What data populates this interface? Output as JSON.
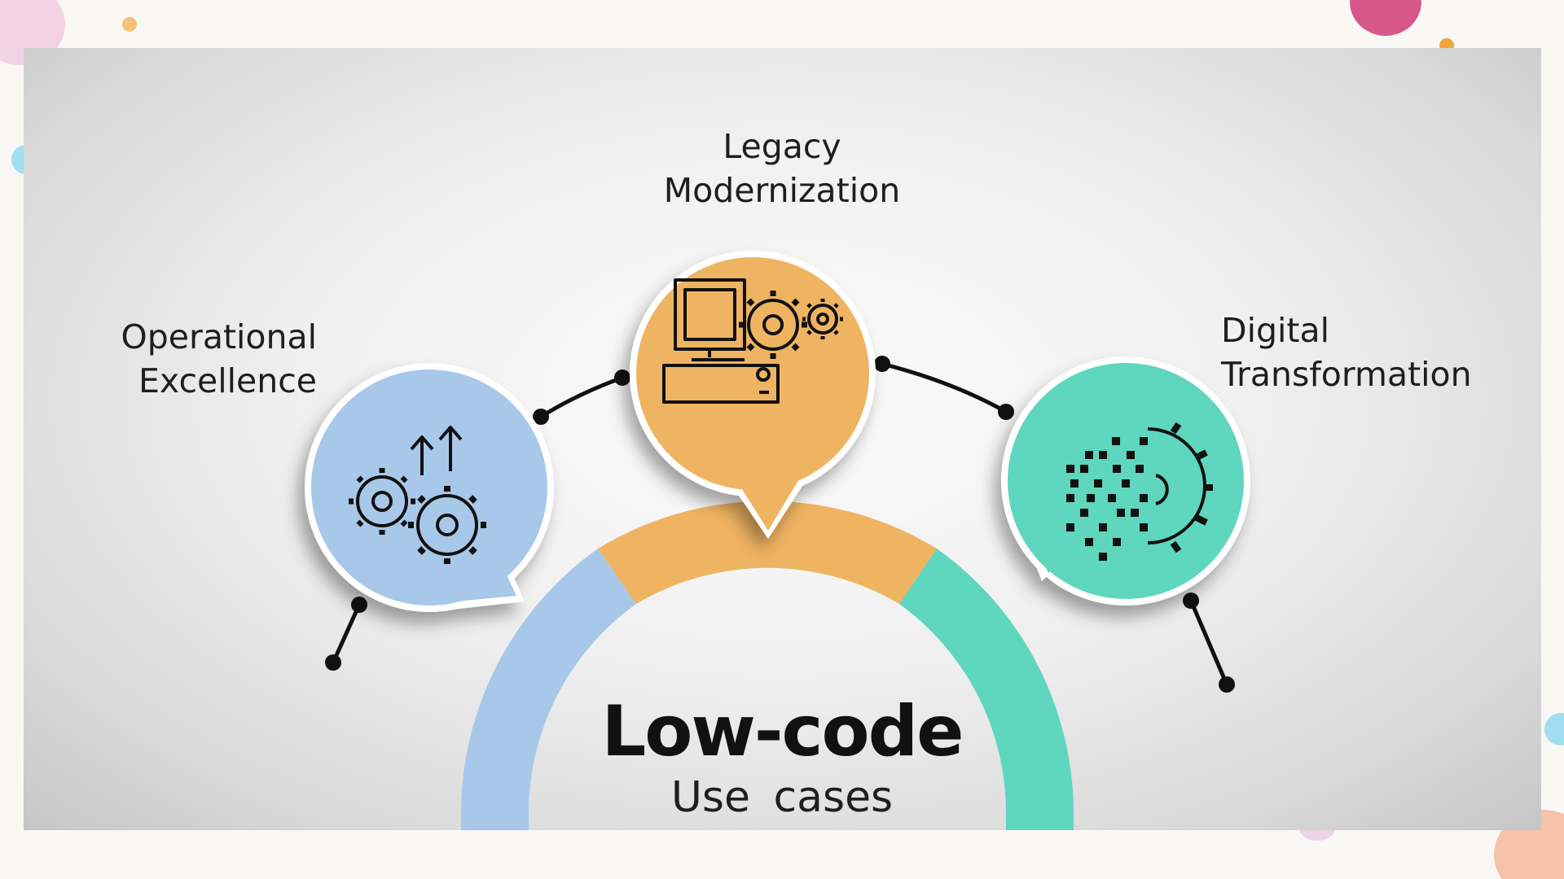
{
  "segments": [
    {
      "label_lines": [
        "Operational",
        "Excellence"
      ],
      "color": "#a8c8ea",
      "icon": "gears-arrows-icon"
    },
    {
      "label_lines": [
        "Legacy",
        "Modernization"
      ],
      "color": "#efb462",
      "icon": "computer-gear-icon"
    },
    {
      "label_lines": [
        "Digital",
        "Transformation"
      ],
      "color": "#5fd6be",
      "icon": "digital-gear-icon"
    }
  ],
  "center": {
    "title": "Low-code",
    "subtitle": "Use cases"
  },
  "colors": {
    "connector": "#111111",
    "panel_light": "#fbfbfb",
    "panel_dark": "#c6c6c6"
  }
}
